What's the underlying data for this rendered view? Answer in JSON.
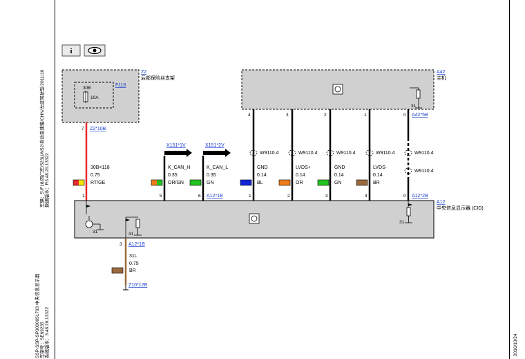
{
  "toolbar": {
    "info_icon": "info-icon",
    "view_icon": "eye-icon"
  },
  "side_left": {
    "line1": "SSP-SSP-SP0000051703 中央信息显示器",
    "line2": "车架号：SE69235",
    "line3": "系统版本：3.48.20.13322",
    "line4": "车辆：5'/F18/四门车/523Li/N52/自动变速箱/CHN/左座驾驶型/2011/10",
    "line5": "数据版本：R3.48.20.13322"
  },
  "side_right": {
    "date": "2016/10/24"
  },
  "z2": {
    "ref": "Z2",
    "desc": "后部保险丝支架",
    "fuse_ref": "F118",
    "fuse_pin": "30B",
    "fuse_rating": "10A",
    "pin": "7",
    "conn": "Z2*10B"
  },
  "a42": {
    "ref": "A42",
    "desc": "主机",
    "ground": "31",
    "conn": "A42*5B",
    "pins": [
      "4",
      "3",
      "2",
      "1",
      "0"
    ]
  },
  "a12": {
    "ref": "A12",
    "desc": "中央信息显示器 (CID)",
    "pins": [
      "1",
      "5",
      "6",
      "1",
      "2",
      "3",
      "4",
      "0"
    ],
    "conn_right": "A12*2B",
    "conn_mid": "A12*1B",
    "ground_left": "31",
    "ground_mid": "31",
    "ground_right": "31"
  },
  "wires": [
    {
      "signal": "30B<118",
      "size": "0.75",
      "color_code": "RT/GE"
    },
    {
      "signal": "K_CAN_H",
      "size": "0.35",
      "color_code": "OR/GN",
      "link": "X151*1V"
    },
    {
      "signal": "K_CAN_L",
      "size": "0.35",
      "color_code": "GN",
      "link": "X151*2V"
    },
    {
      "signal": "GND",
      "size": "0.14",
      "color_code": "BL",
      "shield": "W9110.4"
    },
    {
      "signal": "LVDS+",
      "size": "0.14",
      "color_code": "OR",
      "shield": "W9110.4"
    },
    {
      "signal": "GND",
      "size": "0.14",
      "color_code": "GN",
      "shield": "W9110.4"
    },
    {
      "signal": "LVDS-",
      "size": "0.14",
      "color_code": "BR",
      "shield": "W9110.4"
    }
  ],
  "shield_right": {
    "top": "W9110.4",
    "bottom": "W9110.4"
  },
  "ground_wire": {
    "pin": "3",
    "conn": "A12*1B",
    "signal": "31L",
    "size": "0.75",
    "color_code": "BR",
    "end_conn": "Z10*12B"
  },
  "colors": {
    "red": "#e8282b",
    "yellow": "#f5e400",
    "orange": "#f07d1a",
    "green": "#23c31f",
    "blue": "#1226d6",
    "brown": "#9b6a3c",
    "gray": "#d0d0d0",
    "link": "#1a3fd0"
  }
}
